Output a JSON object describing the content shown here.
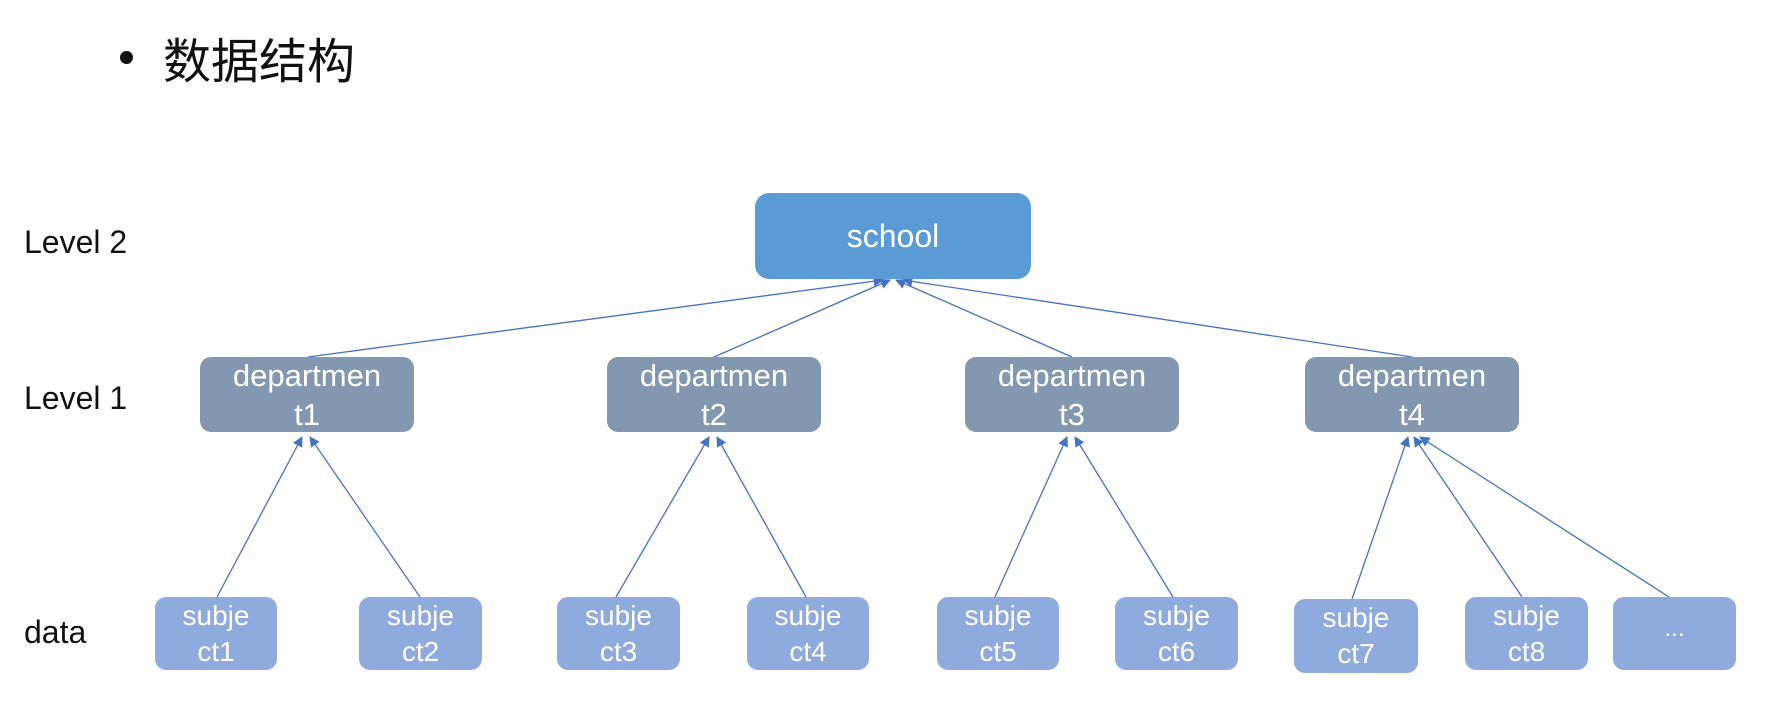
{
  "heading": "数据结构",
  "levels": {
    "level2": "Level 2",
    "level1": "Level 1",
    "data": "data"
  },
  "colors": {
    "root": "#5b9bd5",
    "department": "#8497b0",
    "leaf": "#8faadc",
    "edge": "#4472c4"
  },
  "root": {
    "label": "school"
  },
  "departments": [
    {
      "line1": "departmen",
      "line2": "t1"
    },
    {
      "line1": "departmen",
      "line2": "t2"
    },
    {
      "line1": "departmen",
      "line2": "t3"
    },
    {
      "line1": "departmen",
      "line2": "t4"
    }
  ],
  "subjects": [
    {
      "line1": "subje",
      "line2": "ct1"
    },
    {
      "line1": "subje",
      "line2": "ct2"
    },
    {
      "line1": "subje",
      "line2": "ct3"
    },
    {
      "line1": "subje",
      "line2": "ct4"
    },
    {
      "line1": "subje",
      "line2": "ct5"
    },
    {
      "line1": "subje",
      "line2": "ct6"
    },
    {
      "line1": "subje",
      "line2": "ct7"
    },
    {
      "line1": "subje",
      "line2": "ct8"
    },
    {
      "line1": "...",
      "line2": ""
    }
  ],
  "edges": [
    {
      "from": "department1",
      "to": "school"
    },
    {
      "from": "department2",
      "to": "school"
    },
    {
      "from": "department3",
      "to": "school"
    },
    {
      "from": "department4",
      "to": "school"
    },
    {
      "from": "subject1",
      "to": "department1"
    },
    {
      "from": "subject2",
      "to": "department1"
    },
    {
      "from": "subject3",
      "to": "department2"
    },
    {
      "from": "subject4",
      "to": "department2"
    },
    {
      "from": "subject5",
      "to": "department3"
    },
    {
      "from": "subject6",
      "to": "department3"
    },
    {
      "from": "subject7",
      "to": "department4"
    },
    {
      "from": "subject8",
      "to": "department4"
    },
    {
      "from": "subject9",
      "to": "department4"
    }
  ]
}
